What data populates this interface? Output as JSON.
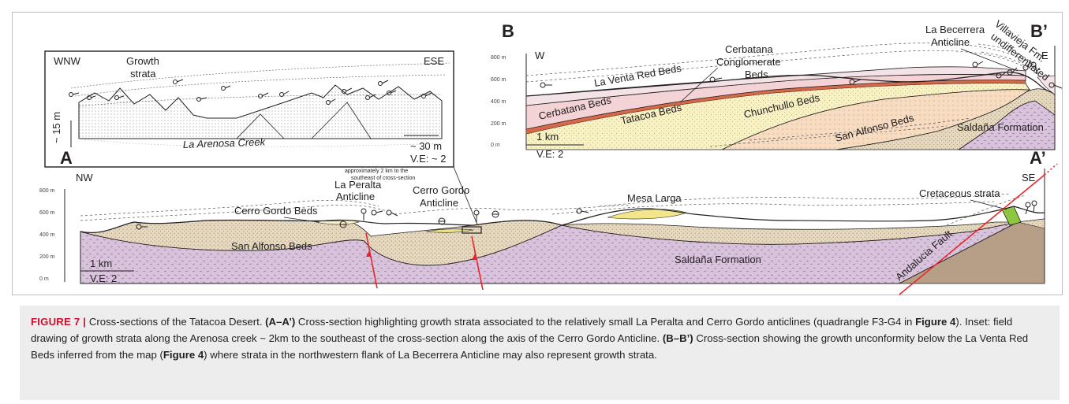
{
  "figure": {
    "panel_a": {
      "letter": "A",
      "letter_end": "A’",
      "dir_left": "NW",
      "dir_right": "SE",
      "axis_ticks": [
        "800 m",
        "600 m",
        "400 m",
        "200 m",
        "0 m"
      ],
      "scale_bar": "1 km",
      "ve": "V.E: 2",
      "labels": {
        "la_peralta_1": "La Peralta",
        "la_peralta_2": "Anticline",
        "cerro_gordo_1": "Cerro Gordo",
        "cerro_gordo_2": "Anticline",
        "cerro_gordo_beds": "Cerro Gordo Beds",
        "mesa_larga": "Mesa Larga",
        "cretaceous": "Cretaceous strata",
        "san_alfonso": "San Alfonso Beds",
        "saldana": "Saldaña Formation",
        "andalucia": "Andalucia Fault"
      },
      "inset_note_1": "approximately 2 km to the",
      "inset_note_2": "southeast of cross-section"
    },
    "inset": {
      "left_dir": "WNW",
      "right_dir": "ESE",
      "growth_1": "Growth",
      "growth_2": "strata",
      "vertical": "~ 15 m",
      "scale": "~ 30 m",
      "ve": "V.E: ~ 2",
      "creek": "La Arenosa Creek"
    },
    "panel_b": {
      "letter": "B",
      "letter_end": "B’",
      "dir_left": "W",
      "dir_right": "E",
      "axis_ticks": [
        "800 m",
        "600 m",
        "400 m",
        "200 m",
        "0 m"
      ],
      "scale_bar": "1 km",
      "ve": "V.E: 2",
      "labels": {
        "la_becerrera_1": "La Becerrera",
        "la_becerrera_2": "Anticline",
        "villavieja_1": "Villavieja Fm.",
        "villavieja_2": "undifferentiated",
        "la_venta": "La Venta Red Beds",
        "cerbatana_cgl_1": "Cerbatana",
        "cerbatana_cgl_2": "Conglomerate",
        "cerbatana_cgl_3": "Beds",
        "cerbatana_beds": "Cerbatana Beds",
        "tatacoa": "Tatacoa Beds",
        "chunchullo": "Chunchullo Beds",
        "san_alfonso": "San Alfonso Beds",
        "saldana": "Saldaña Formation"
      }
    },
    "colors": {
      "saldana": "#d9c2dc",
      "san_alfonso": "#e6d9bf",
      "tatacoa": "#f7f1c4",
      "chunchullo": "#f7dcc2",
      "cerbatana": "#f4d3d6",
      "la_venta": "#f4e3e6",
      "basement_brown": "#b79e87",
      "cretaceous": "#8dc63f",
      "fault": "#e8242b",
      "caption_bg": "#ededed",
      "caption_label": "#c8102e"
    }
  },
  "caption": {
    "label": "FIGURE 7 |",
    "t1": " Cross-sections of the Tatacoa Desert. ",
    "b1": "(A–A’)",
    "t2": " Cross-section highlighting growth strata associated to the relatively small La Peralta and Cerro Gordo anticlines (quadrangle F3-G4 in ",
    "b2": "Figure 4",
    "t3": "). Inset: field drawing of growth strata along the Arenosa creek ~ 2km to the southeast of the cross-section along the axis of the Cerro Gordo Anticline. ",
    "b3": "(B–B’)",
    "t4": " Cross-section showing the growth unconformity below the La Venta Red Beds inferred from the map (",
    "b4": "Figure 4",
    "t5": ") where strata in the northwestern flank of La Becerrera Anticline may also represent growth strata."
  }
}
